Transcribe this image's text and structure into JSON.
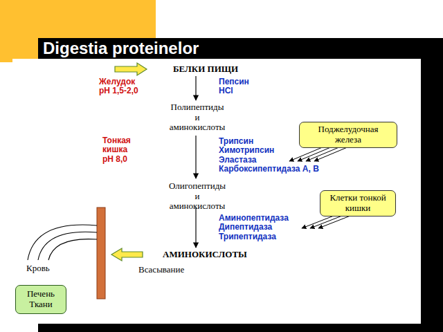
{
  "diagram": {
    "title": "Digestia proteinelor",
    "nodes": [
      {
        "text": [
          "Поджелудочная железа"
        ]
      },
      {
        "text": [
          "Клетки тонкой кишки"
        ]
      },
      {
        "text": [
          "Печень Ткани"
        ]
      }
    ],
    "labels": [
      "БЕЛКИ ПИЩИ",
      "Желудок pH 1,5-2,0",
      "Пепсин HCl",
      "Полипептиды и аминокислоты",
      "Тонкая кишка pH 8,0",
      "Трипсин Химотрипсин Эластаза Карбоксипептидаза А, В",
      "Олигопептиды и аминокислоты",
      "Аминопептидаза Дипептидаза Трипептидаза",
      "АМИНОКИСЛОТЫ",
      "Всасывание",
      "Кровь"
    ]
  }
}
